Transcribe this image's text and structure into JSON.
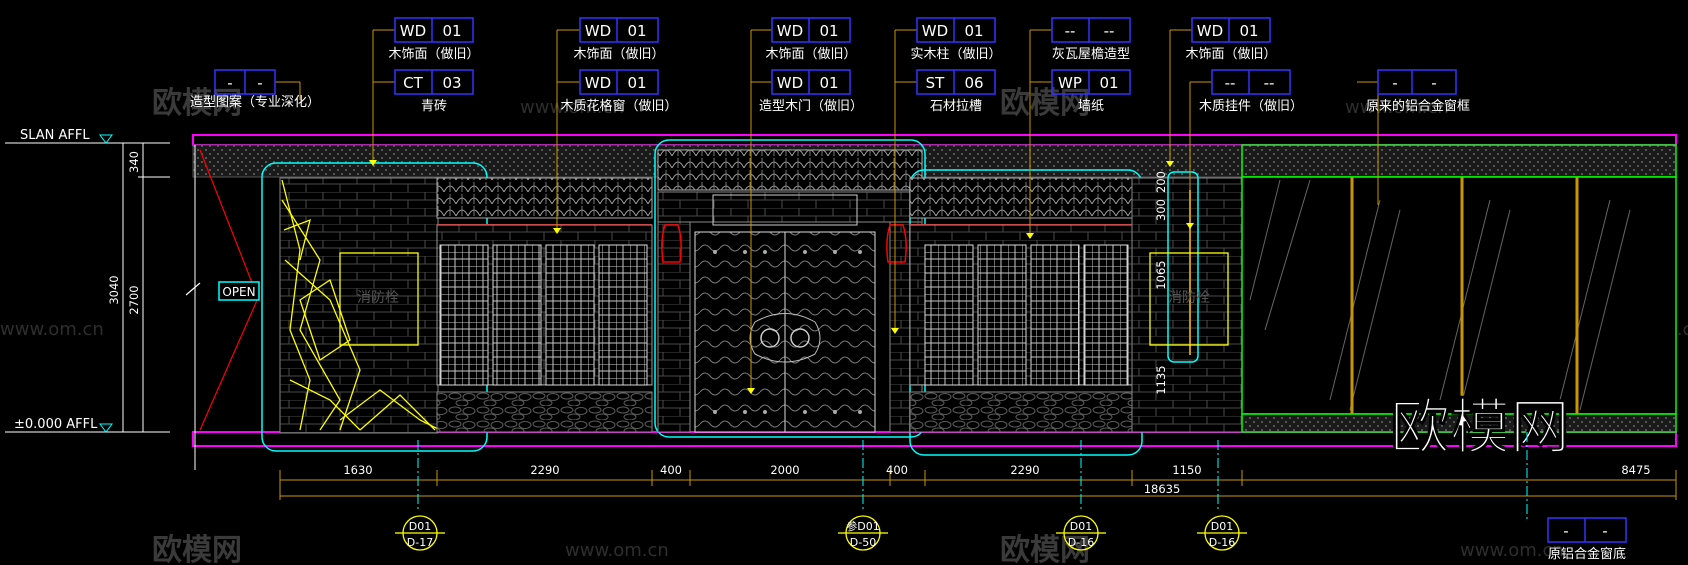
{
  "tags": [
    {
      "code": "WD",
      "num": "01",
      "label": "木饰面（做旧）"
    },
    {
      "code": "CT",
      "num": "03",
      "label": "青砖"
    },
    {
      "code": "WD",
      "num": "01",
      "label": "木饰面（做旧）"
    },
    {
      "code": "WD",
      "num": "01",
      "label": "木质花格窗（做旧）"
    },
    {
      "code": "WD",
      "num": "01",
      "label": "木饰面（做旧）"
    },
    {
      "code": "WD",
      "num": "01",
      "label": "造型木门（做旧）"
    },
    {
      "code": "WD",
      "num": "01",
      "label": "实木柱（做旧）"
    },
    {
      "code": "ST",
      "num": "06",
      "label": "石材拉槽"
    },
    {
      "code": "--",
      "num": "--",
      "label": "灰瓦屋檐造型"
    },
    {
      "code": "WP",
      "num": "01",
      "label": "墙纸"
    },
    {
      "code": "WD",
      "num": "01",
      "label": "木饰面（做旧）"
    },
    {
      "code": "--",
      "num": "--",
      "label": "木质挂件（做旧）"
    },
    {
      "code": "-",
      "num": "-",
      "label": "造型图案（专业深化）"
    },
    {
      "code": "-",
      "num": "-",
      "label": "原来的铝合金窗框"
    },
    {
      "code": "-",
      "num": "-",
      "label": "原铝合金窗底"
    }
  ],
  "levels": {
    "top": "SLAN AFFL",
    "bottom": "±0.000 AFFL"
  },
  "left_dims": [
    "340",
    "3040",
    "2700"
  ],
  "right_dims": [
    "300",
    "200",
    "1065",
    "1135"
  ],
  "bottom_dims": [
    "1630",
    "2290",
    "400",
    "2000",
    "400",
    "2290",
    "1150",
    "8475"
  ],
  "total_dim": "18635",
  "open_sign": "OPEN",
  "plaques": [
    "消防栓",
    "消防栓"
  ],
  "callouts": [
    {
      "top": "D01",
      "bottom": "D-17"
    },
    {
      "top": "参D01",
      "bottom": "D-50"
    },
    {
      "top": "D01",
      "bottom": "D-16"
    },
    {
      "top": "D01",
      "bottom": "D-16"
    }
  ],
  "watermark": {
    "brand": "欧模网",
    "url": "www.om.cn"
  },
  "colors": {
    "background": "#000000",
    "magenta": "#ff00ff",
    "cyan": "#00ffff",
    "yellow": "#ffff00",
    "green": "#00ff00",
    "red": "#ff0000",
    "blue": "#3333ff",
    "orange": "#c89600"
  }
}
